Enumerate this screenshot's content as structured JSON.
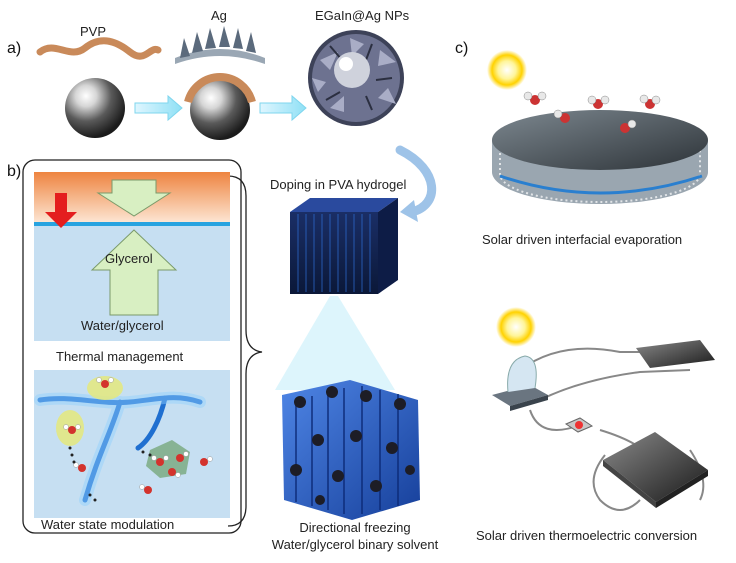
{
  "panels": {
    "a": "a)",
    "b": "b)",
    "c": "c)"
  },
  "synthesis": {
    "pvp": "PVP",
    "ag": "Ag",
    "nps": "EGaIn@Ag NPs"
  },
  "fabrication": {
    "doping": "Doping in PVA hydrogel",
    "freezing_line1": "Directional freezing",
    "freezing_line2": "Water/glycerol binary solvent"
  },
  "thermal": {
    "glycerol": "Glycerol",
    "solvent": "Water/glycerol",
    "caption": "Thermal management"
  },
  "water_state": {
    "caption": "Water state modulation"
  },
  "applications": {
    "evaporation": "Solar driven interfacial evaporation",
    "thermoelectric": "Solar driven thermoelectric conversion"
  },
  "colors": {
    "arrow_fill": "#d8efc2",
    "heat_top": "#ee8844",
    "water_bg": "#c6dff2",
    "interface_line": "#27a3e0",
    "red_arrow": "#e41e1e",
    "hydrogel_blue": "#1f4fae"
  }
}
